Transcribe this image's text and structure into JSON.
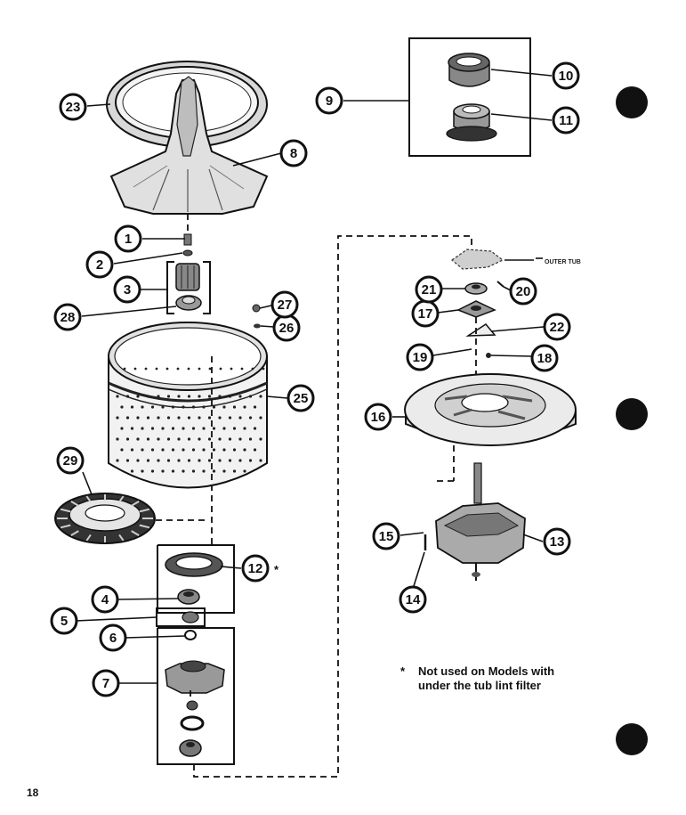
{
  "callouts": [
    {
      "id": "1",
      "label": "1"
    },
    {
      "id": "2",
      "label": "2"
    },
    {
      "id": "3",
      "label": "3"
    },
    {
      "id": "4",
      "label": "4"
    },
    {
      "id": "5",
      "label": "5"
    },
    {
      "id": "6",
      "label": "6"
    },
    {
      "id": "7",
      "label": "7"
    },
    {
      "id": "8",
      "label": "8"
    },
    {
      "id": "9",
      "label": "9"
    },
    {
      "id": "10",
      "label": "10"
    },
    {
      "id": "11",
      "label": "11"
    },
    {
      "id": "12",
      "label": "12"
    },
    {
      "id": "13",
      "label": "13"
    },
    {
      "id": "14",
      "label": "14"
    },
    {
      "id": "15",
      "label": "15"
    },
    {
      "id": "16",
      "label": "16"
    },
    {
      "id": "17",
      "label": "17"
    },
    {
      "id": "18",
      "label": "18"
    },
    {
      "id": "19",
      "label": "19"
    },
    {
      "id": "20",
      "label": "20"
    },
    {
      "id": "21",
      "label": "21"
    },
    {
      "id": "22",
      "label": "22"
    },
    {
      "id": "23",
      "label": "23"
    },
    {
      "id": "25",
      "label": "25"
    },
    {
      "id": "26",
      "label": "26"
    },
    {
      "id": "27",
      "label": "27"
    },
    {
      "id": "28",
      "label": "28"
    },
    {
      "id": "29",
      "label": "29"
    }
  ],
  "labels": {
    "outer_tub": "OUTER TUB",
    "asterisk_12": "*",
    "note_star": "*",
    "note_line1": "Not used on Models with",
    "note_line2": "under the tub lint filter",
    "page_number": "18"
  },
  "colors": {
    "ink": "#111111",
    "paper": "#ffffff",
    "part_fill": "#e6e6e6",
    "part_dark": "#555555"
  }
}
